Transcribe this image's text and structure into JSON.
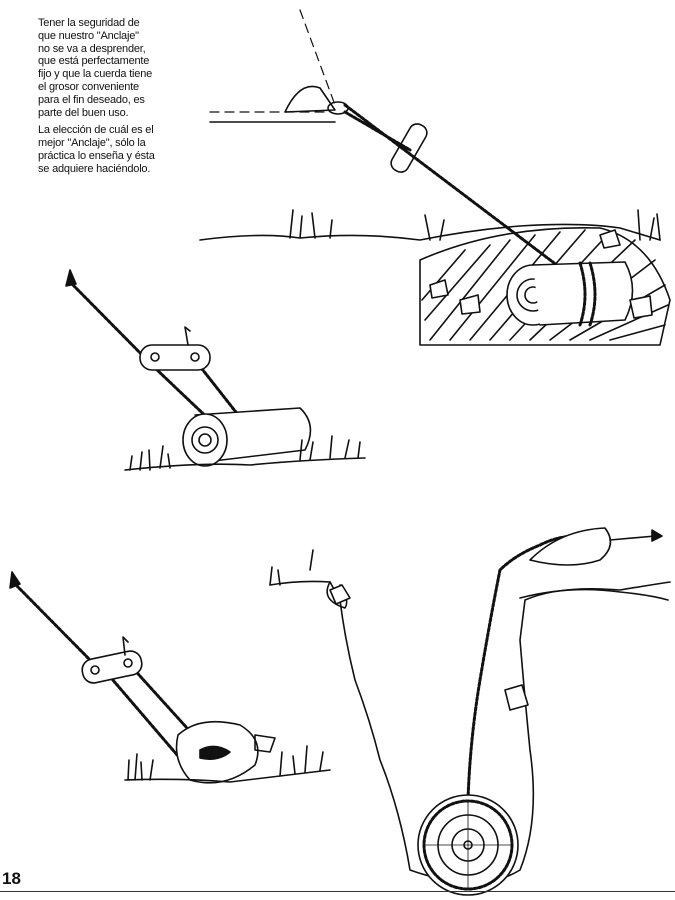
{
  "body_text": {
    "paragraph1_lines": [
      "Tener la seguridad de",
      "que nuestro \"Anclaje\"",
      "no se va a desprender,",
      "que está perfectamente",
      "fijo y que la cuerda tiene",
      "el grosor conveniente",
      "para el fin deseado, es",
      "parte del buen uso."
    ],
    "paragraph2_lines": [
      "La elección de cuál es el",
      "mejor \"Anclaje\", sólo la",
      "práctica lo enseña y ésta",
      "se adquiere haciéndolo."
    ]
  },
  "page_number": "18"
}
